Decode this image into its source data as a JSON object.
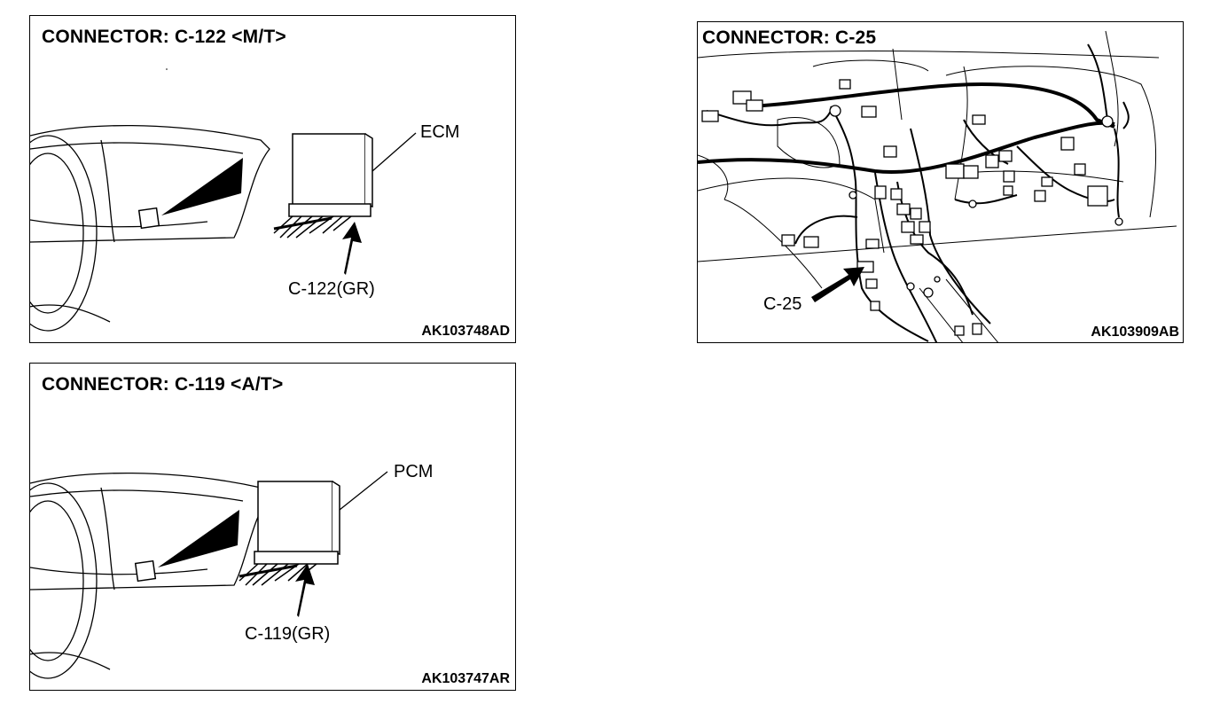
{
  "panels": {
    "c122": {
      "title": "CONNECTOR: C-122 <M/T>",
      "module_label": "ECM",
      "connector_label": "C-122(GR)",
      "code": "AK103748AD"
    },
    "c119": {
      "title": "CONNECTOR: C-119 <A/T>",
      "module_label": "PCM",
      "connector_label": "C-119(GR)",
      "code": "AK103747AR"
    },
    "c25": {
      "title": "CONNECTOR: C-25",
      "connector_label": "C-25",
      "code": "AK103909AB"
    }
  }
}
